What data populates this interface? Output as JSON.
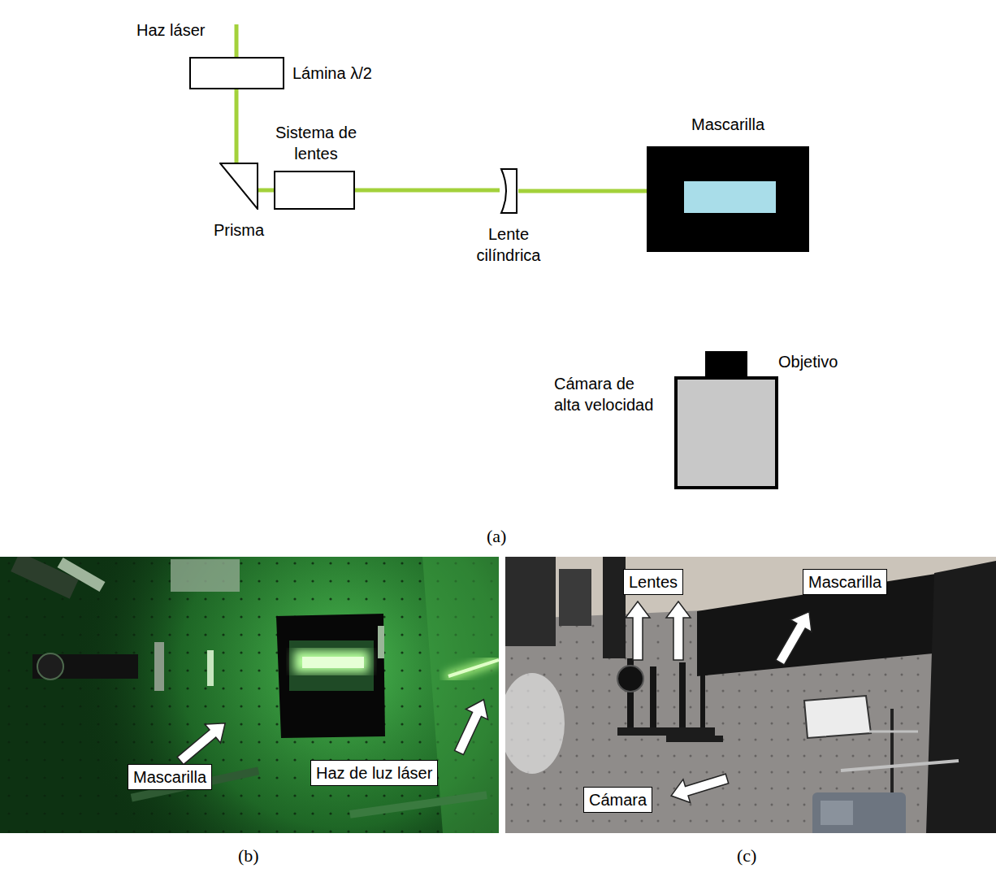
{
  "diagram": {
    "nodes": [
      {
        "text": [
          "Lámina λ/2"
        ]
      },
      {
        "text": [
          "Prisma"
        ]
      },
      {
        "text": [
          "Sistema de lentes"
        ]
      },
      {
        "text": [
          "Lente cilíndrica"
        ]
      },
      {
        "text": [
          "Mascarilla"
        ]
      },
      {
        "text": [
          "Objetivo"
        ]
      },
      {
        "text": [
          "Cámara de alta velocidad"
        ]
      },
      {
        "text": [
          "Mascarilla"
        ]
      },
      {
        "text": [
          "Haz de luz láser"
        ]
      },
      {
        "text": [
          "Lentes"
        ]
      },
      {
        "text": [
          "Mascarilla"
        ]
      },
      {
        "text": [
          "Cámara"
        ]
      }
    ],
    "edges": [
      {
        "from": 0,
        "to": 1,
        "arrow": "none"
      },
      {
        "from": 1,
        "to": 2,
        "arrow": "none"
      },
      {
        "from": 2,
        "to": 3,
        "arrow": "none"
      },
      {
        "from": 3,
        "to": 4,
        "arrow": "none"
      }
    ],
    "labels": [
      "Haz láser",
      "(a)",
      "(b)",
      "(c)"
    ]
  }
}
